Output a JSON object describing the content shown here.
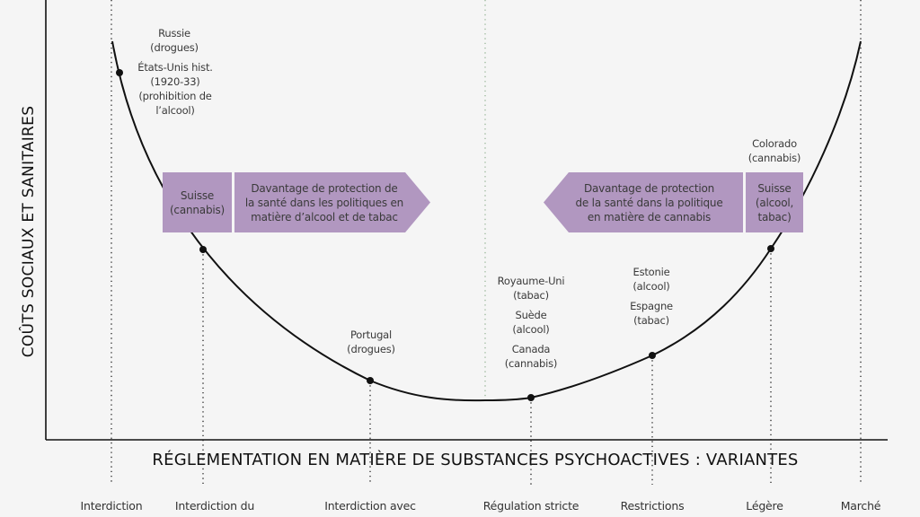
{
  "chart_data": {
    "type": "line",
    "title": "",
    "xlabel": "RÉGLEMENTATION EN MATIÈRE DE SUBSTANCES PSYCHOACTIVES : VARIANTES",
    "ylabel": "COÛTS SOCIAUX ET SANITAIRES",
    "x_categories": [
      "Interdiction",
      "Interdiction du",
      "Interdiction avec",
      "Régulation stricte",
      "Restrictions",
      "Légère",
      "Marché"
    ],
    "curve": "U-shaped: high costs at both extremes (prohibition and free market), minimum near strict regulation",
    "points": [
      {
        "label": "Russie (drogues) / États-Unis hist. (1920-33) (prohibition de l'alcool)",
        "x_category": "Interdiction",
        "relative_cost": "very high"
      },
      {
        "label": "Suisse (cannabis)",
        "x_category": "Interdiction du",
        "relative_cost": "high"
      },
      {
        "label": "Portugal (drogues)",
        "x_category": "Interdiction avec",
        "relative_cost": "low"
      },
      {
        "label": "Royaume-Uni (tabac) / Suède (alcool) / Canada (cannabis)",
        "x_category": "Régulation stricte",
        "relative_cost": "lowest"
      },
      {
        "label": "Estonie (alcool) / Espagne (tabac)",
        "x_category": "Restrictions",
        "relative_cost": "low-medium"
      },
      {
        "label": "Colorado (cannabis) / Suisse (alcool, tabac)",
        "x_category": "Légère",
        "relative_cost": "high"
      }
    ],
    "arrows": [
      {
        "direction": "right",
        "text": "Davantage de protection de la santé dans les politiques en matière d'alcool et de tabac"
      },
      {
        "direction": "left",
        "text": "Davantage de protection de la santé dans la politique en matière de cannabis"
      }
    ]
  },
  "axes": {
    "y_label": "COÛTS SOCIAUX ET SANITAIRES",
    "x_label": "RÉGLEMENTATION EN MATIÈRE DE SUBSTANCES PSYCHOACTIVES : VARIANTES"
  },
  "ticks": [
    "Interdiction",
    "Interdiction du",
    "Interdiction avec",
    "Régulation stricte",
    "Restrictions",
    "Légère",
    "Marché"
  ],
  "annotations": {
    "russie": [
      "Russie",
      "(drogues)"
    ],
    "usa": [
      "États-Unis hist.",
      "(1920-33)",
      "(prohibition de",
      "l’alcool)"
    ],
    "portugal": [
      "Portugal",
      "(drogues)"
    ],
    "uk": [
      "Royaume-Uni",
      "(tabac)"
    ],
    "suede": [
      "Suède",
      "(alcool)"
    ],
    "canada": [
      "Canada",
      "(cannabis)"
    ],
    "estonie": [
      "Estonie",
      "(alcool)"
    ],
    "espagne": [
      "Espagne",
      "(tabac)"
    ],
    "colorado": [
      "Colorado",
      "(cannabis)"
    ]
  },
  "boxes": {
    "left_country": [
      "Suisse",
      "(cannabis)"
    ],
    "left_arrow": [
      "Davantage de protection de",
      "la santé dans les politiques en",
      "matière d’alcool et de tabac"
    ],
    "right_arrow": [
      "Davantage de protection",
      "de la santé dans la politique",
      "en matière de cannabis"
    ],
    "right_country": [
      "Suisse",
      "(alcool,",
      "tabac)"
    ]
  },
  "colors": {
    "background": "#f5f5f5",
    "box_fill": "#b197c0",
    "curve": "#111111",
    "center_line": "#9cb89c"
  }
}
